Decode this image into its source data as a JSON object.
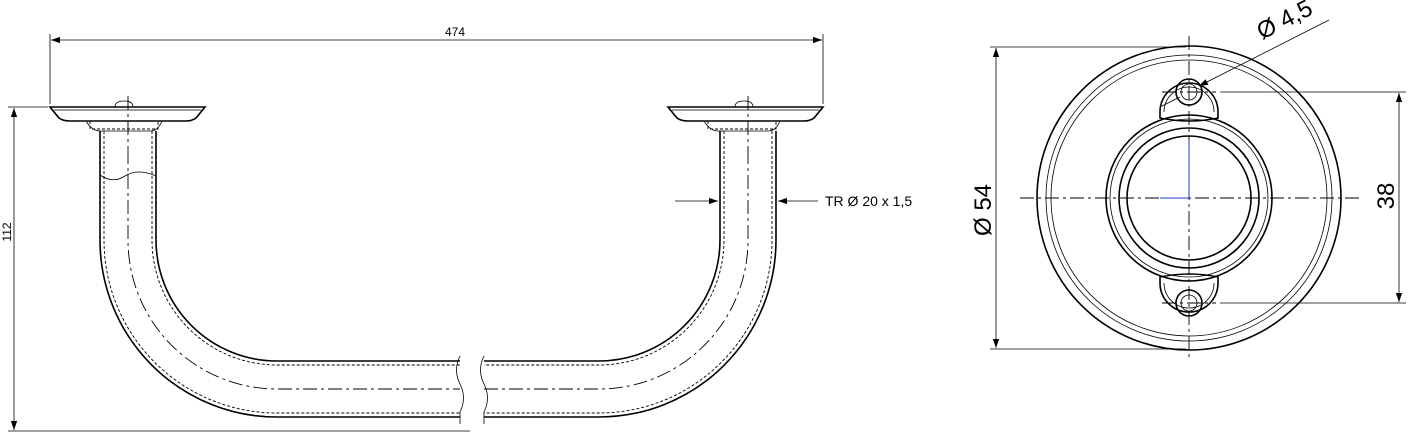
{
  "dimensions": {
    "overall_width": "474",
    "overall_height": "112",
    "tube_spec": "TR Ø 20 x 1,5",
    "flange_diameter": "Ø 54",
    "hole_diameter": "Ø 4,5",
    "hole_spacing": "38"
  }
}
